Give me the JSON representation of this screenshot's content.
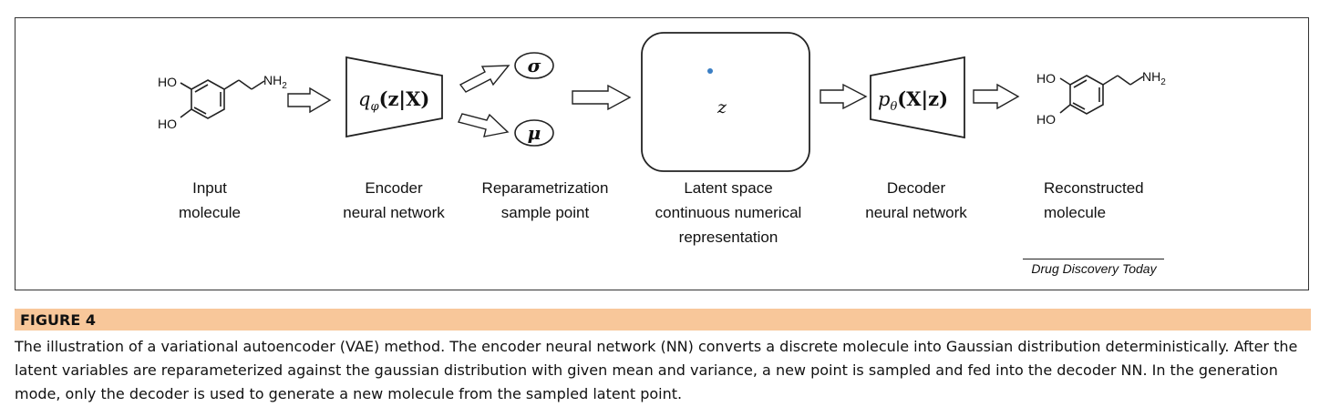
{
  "diagram": {
    "input_molecule": {
      "ho_top": "HO",
      "ho_bottom": "HO",
      "nh2": "NH",
      "nh2_sub": "2"
    },
    "encoder_formula": {
      "q": "q",
      "sub": "φ",
      "args": "(z|X)"
    },
    "sigma": "σ",
    "mu": "μ",
    "latent_symbol": "z",
    "decoder_formula": {
      "p": "p",
      "sub": "θ",
      "args": "(X|z)"
    },
    "output_molecule": {
      "ho_top": "HO",
      "ho_bottom": "HO",
      "nh2": "NH",
      "nh2_sub": "2"
    },
    "labels": {
      "input": [
        "Input",
        "molecule"
      ],
      "encoder": [
        "Encoder",
        "neural network"
      ],
      "reparam": [
        "Reparametrization",
        "sample point"
      ],
      "latent": [
        "Latent space",
        "continuous numerical",
        "representation"
      ],
      "decoder": [
        "Decoder",
        "neural network"
      ],
      "reconstructed": [
        "Reconstructed",
        "molecule"
      ]
    },
    "credit": "Drug Discovery Today"
  },
  "caption": {
    "label": "FIGURE 4",
    "text": "The illustration of a variational autoencoder (VAE) method. The encoder neural network (NN) converts a discrete molecule into Gaussian distribution deterministically. After the latent variables are reparameterized against the gaussian distribution with given mean and variance, a new point is sampled and fed into the decoder NN. In the generation mode, only the decoder is used to generate a new molecule from the sampled latent point."
  },
  "colors": {
    "caption_bar": "#f8c79a",
    "latent_point": "#3b7fc4"
  }
}
